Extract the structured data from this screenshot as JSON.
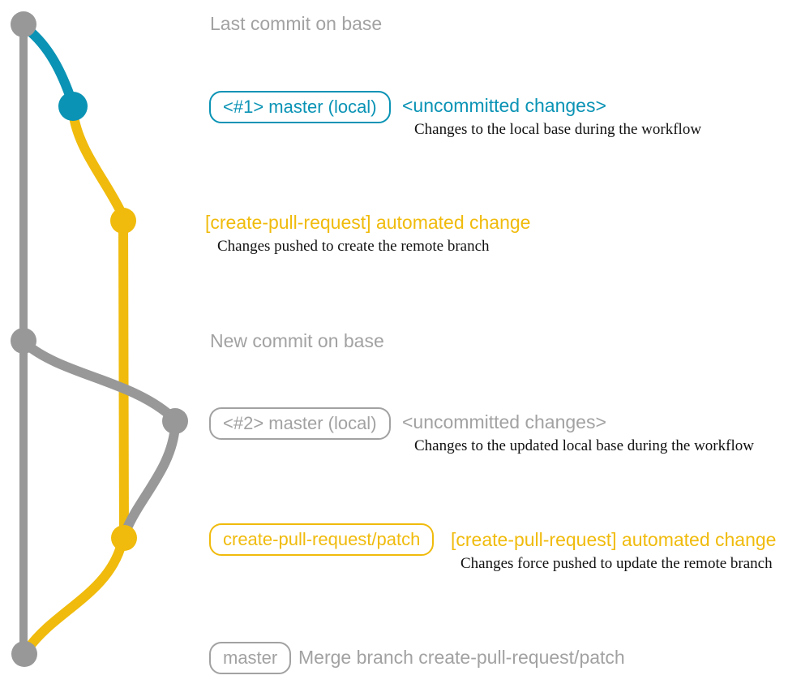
{
  "colors": {
    "teal": "#0a93b5",
    "yellow": "#f0bb0c",
    "gray_line": "#989898",
    "gray_text": "#a2a2a2",
    "note_text": "#111111",
    "bg": "#ffffff"
  },
  "branches": [
    {
      "name": "base",
      "color": "#989898"
    },
    {
      "name": "master (local)",
      "color": "#0a93b5"
    },
    {
      "name": "create-pull-request/patch",
      "color": "#f0bb0c"
    }
  ],
  "annotations": {
    "last_commit": {
      "message": "Last commit on base"
    },
    "local_1": {
      "label": "<#1> master (local)",
      "message": "<uncommitted changes>",
      "note": "Changes to the local base during the workflow"
    },
    "push_1": {
      "message": "[create-pull-request] automated change",
      "note": "Changes pushed to create the remote branch"
    },
    "new_commit": {
      "message": "New commit on base"
    },
    "local_2": {
      "label": "<#2> master (local)",
      "message": "<uncommitted changes>",
      "note": "Changes to the updated local base during the workflow"
    },
    "push_2": {
      "label": "create-pull-request/patch",
      "message": "[create-pull-request] automated change",
      "note": "Changes force pushed to update the remote branch"
    },
    "merge": {
      "label": "master",
      "message": "Merge branch create-pull-request/patch"
    }
  }
}
